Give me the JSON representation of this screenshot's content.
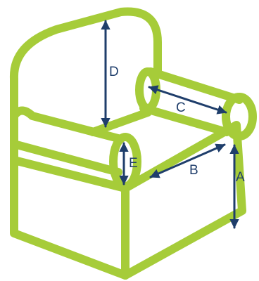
{
  "colors": {
    "outline": "#a6cc39",
    "dimension": "#1f3e6b",
    "background": "#ffffff"
  },
  "dimensions": {
    "a": "A",
    "b": "B",
    "c": "C",
    "d": "D",
    "e": "E"
  }
}
